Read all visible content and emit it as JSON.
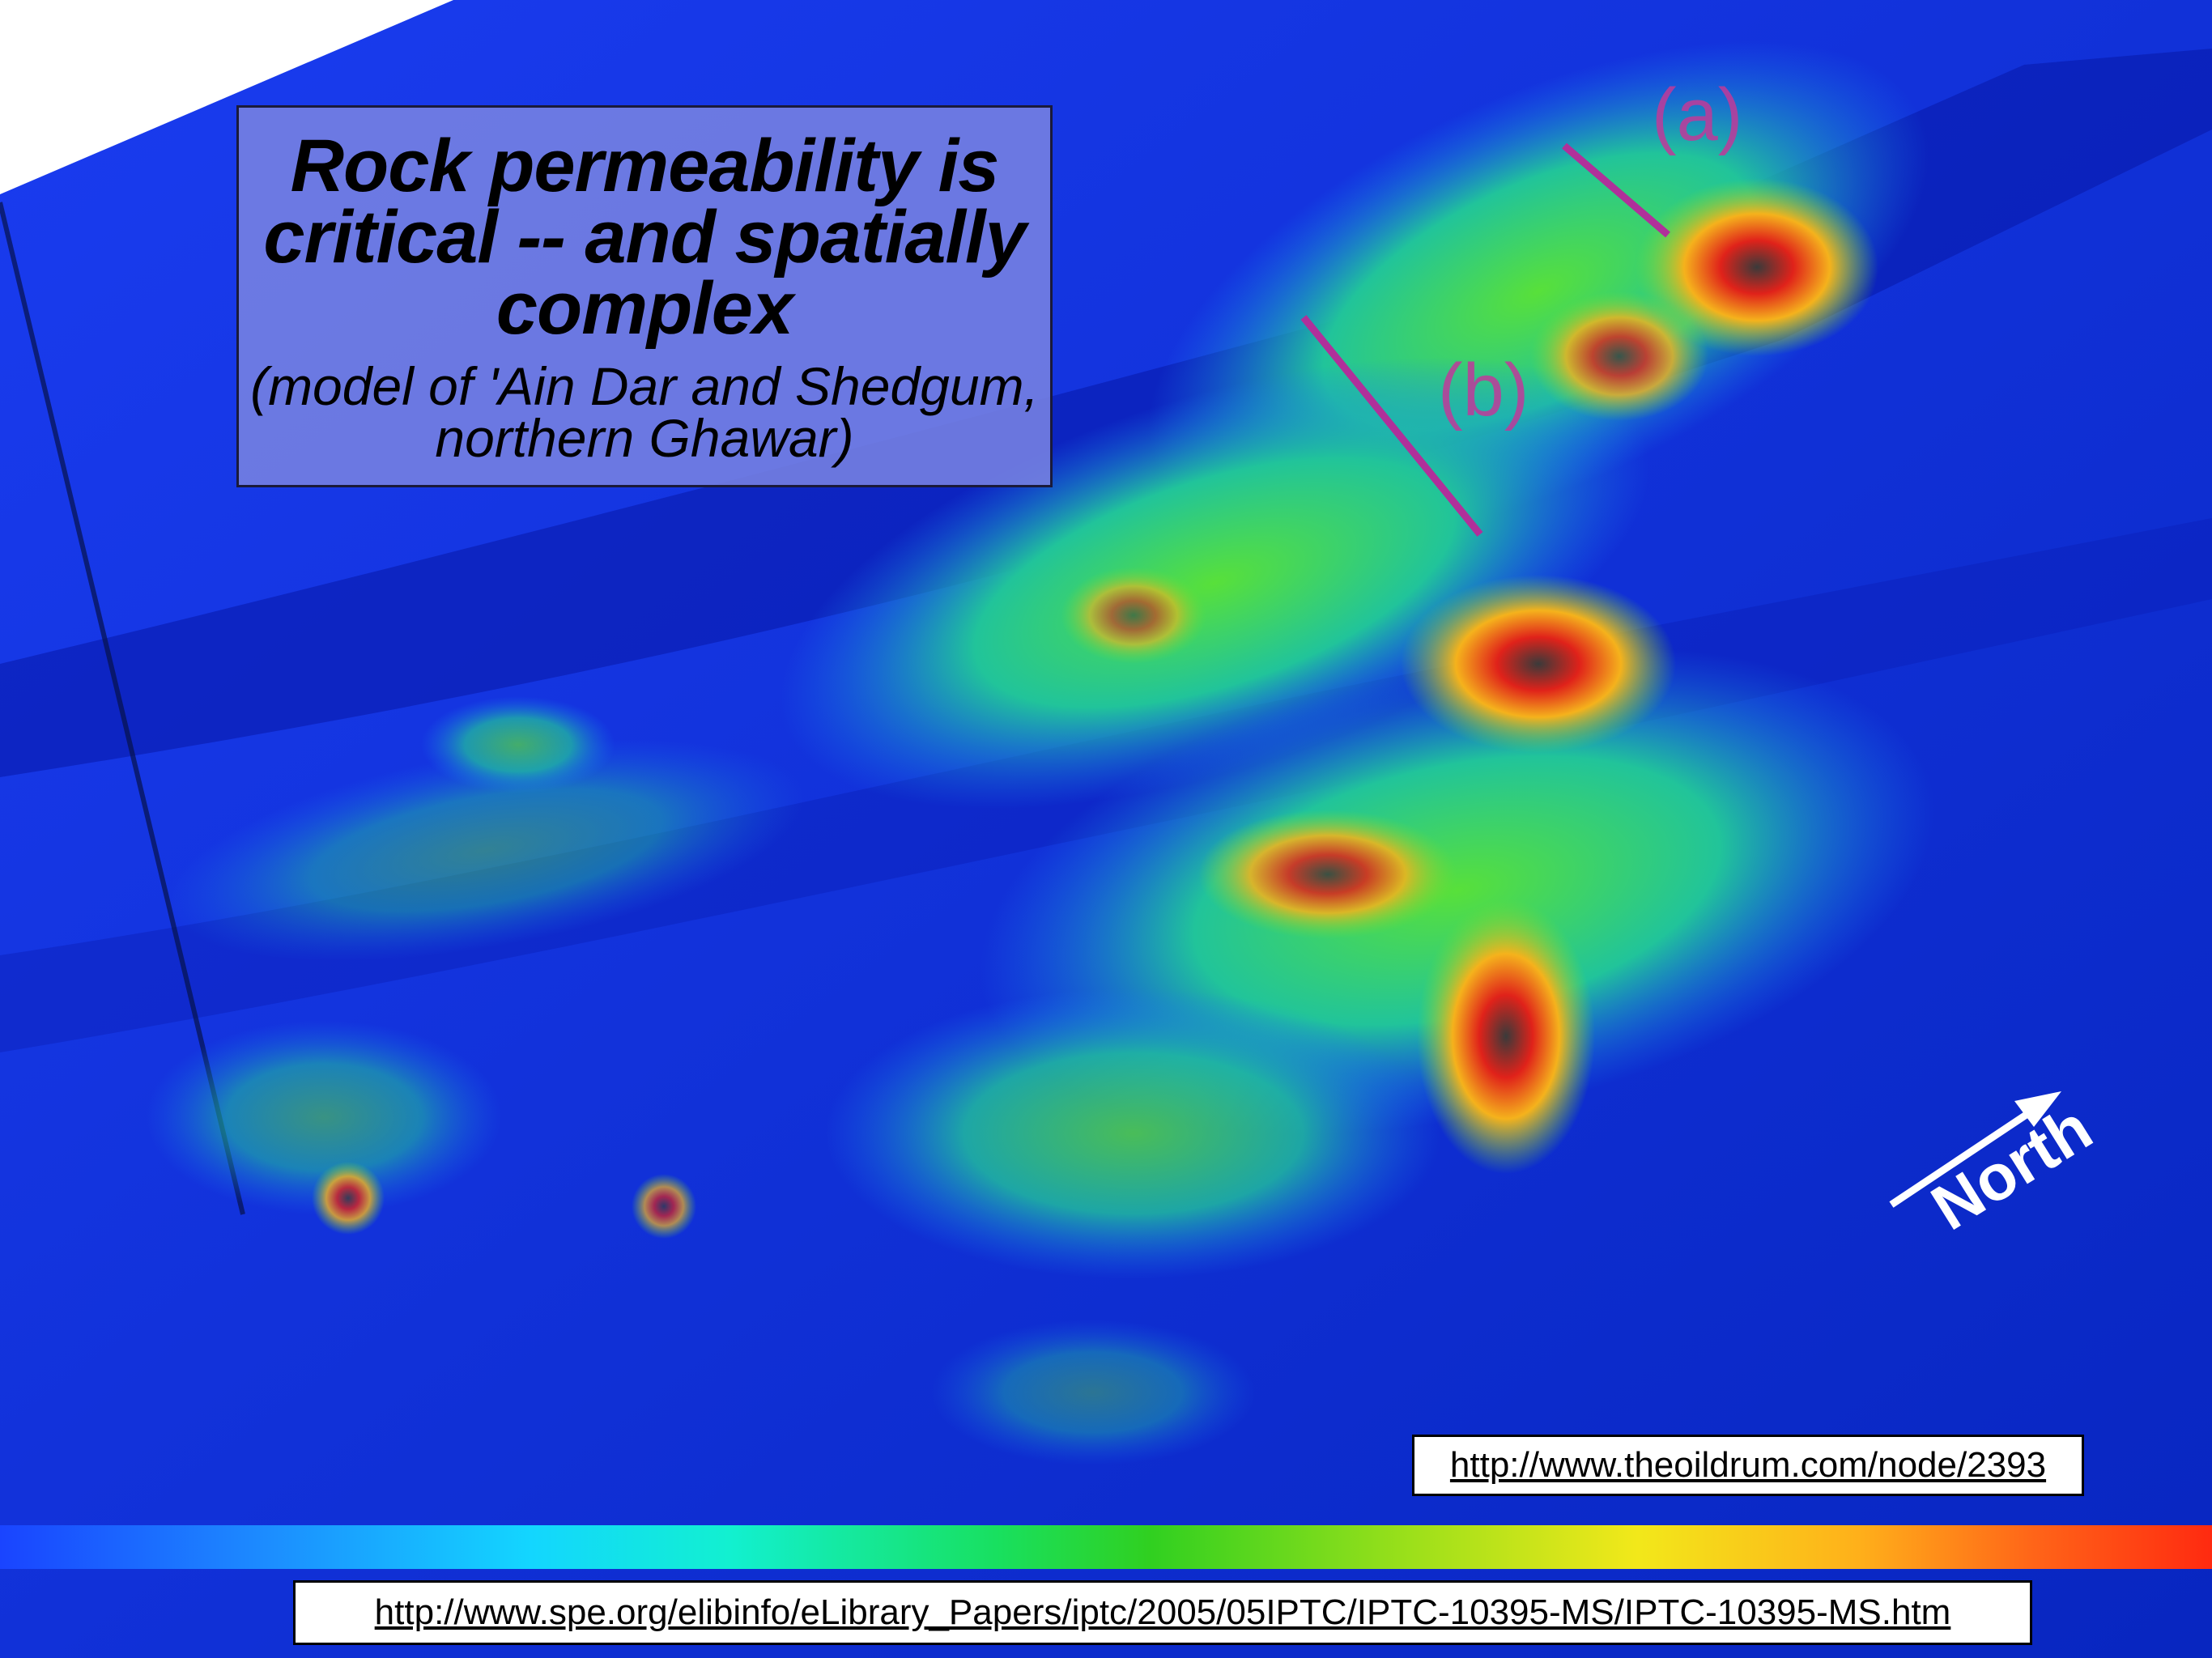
{
  "title": {
    "main": "Rock permeability is critical -- and spatially complex",
    "subtitle": "(model of 'Ain Dar and Shedgum, northern Ghawar)"
  },
  "labels": {
    "a": "(a)",
    "b": "(b)"
  },
  "compass": {
    "label": "North"
  },
  "links": {
    "oildrum": "http://www.theoildrum.com/node/2393",
    "spe": "http://www.spe.org/elibinfo/eLibrary_Papers/iptc/2005/05IPTC/IPTC-10395-MS/IPTC-10395-MS.htm"
  },
  "colors": {
    "background_blue": "#0a2fd8",
    "title_box": "#7882e1",
    "label_magenta": "#c03a9a"
  }
}
